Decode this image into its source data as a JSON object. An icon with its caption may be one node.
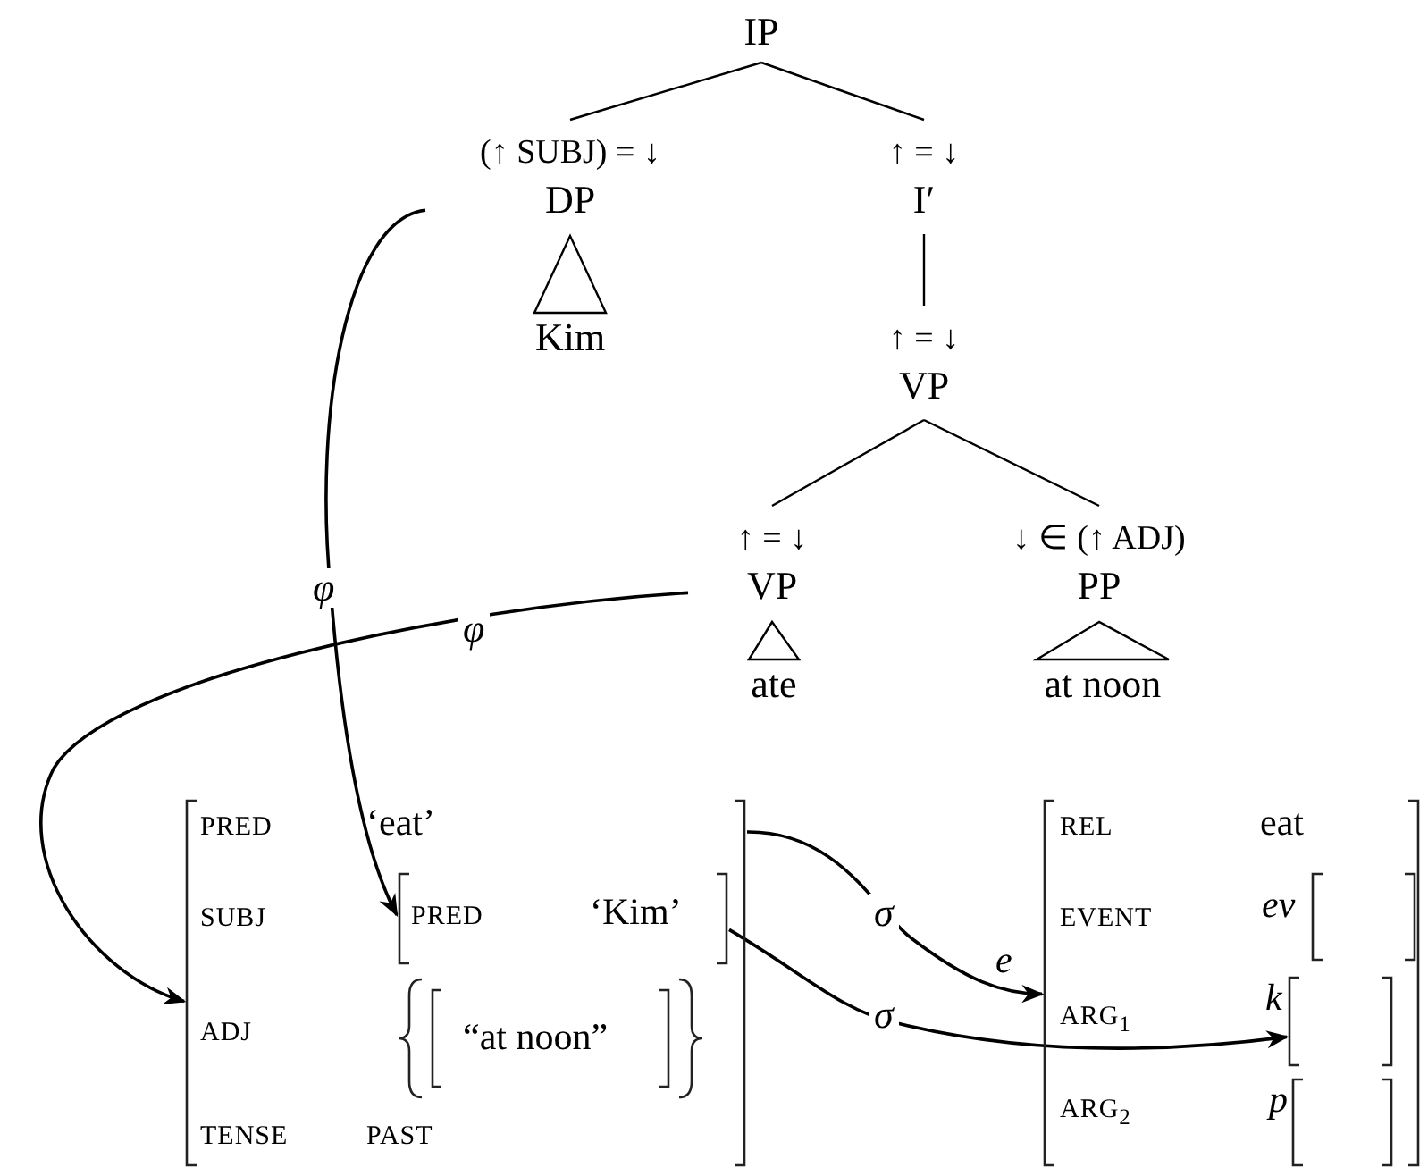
{
  "diagram": {
    "nodes": [
      {
        "text": [
          "IP"
        ]
      },
      {
        "text": [
          "(↑ SUBJ) = ↓",
          "DP"
        ]
      },
      {
        "text": [
          "Kim"
        ]
      },
      {
        "text": [
          "↑ = ↓",
          "I′"
        ]
      },
      {
        "text": [
          "↑ = ↓",
          "VP"
        ]
      },
      {
        "text": [
          "↑ = ↓",
          "VP"
        ]
      },
      {
        "text": [
          "ate"
        ]
      },
      {
        "text": [
          "↓ ∈ (↑ ADJ)",
          "PP"
        ]
      },
      {
        "text": [
          "at noon"
        ]
      },
      {
        "text": [
          "PRED",
          "‘eat’",
          "SUBJ",
          "ADJ",
          "TENSE",
          "PAST"
        ]
      },
      {
        "text": [
          "PRED",
          "‘Kim’"
        ],
        "in": 9
      },
      {
        "text": [
          "“at noon”"
        ],
        "in": 9
      },
      {
        "text": [
          "REL",
          "eat",
          "EVENT",
          "ARG$_{1}$",
          "ARG$_{2}$"
        ]
      },
      {
        "text": [],
        "shape": "box",
        "beside": [
          "ev"
        ],
        "in": 12
      },
      {
        "text": [],
        "shape": "box",
        "beside": [
          "k"
        ],
        "in": 12
      },
      {
        "text": [],
        "shape": "box",
        "beside": [
          "p"
        ],
        "in": 12
      }
    ],
    "edges": [
      {
        "from": 0,
        "to": 1,
        "arrow": "none"
      },
      {
        "from": 0,
        "to": 3,
        "arrow": "none"
      },
      {
        "from": 1,
        "to": 2,
        "arrow": "none"
      },
      {
        "from": 3,
        "to": 4,
        "arrow": "none"
      },
      {
        "from": 4,
        "to": 5,
        "arrow": "none"
      },
      {
        "from": 4,
        "to": 7,
        "arrow": "none"
      },
      {
        "from": 5,
        "to": 6,
        "arrow": "none"
      },
      {
        "from": 7,
        "to": 8,
        "arrow": "none"
      },
      {
        "from": 1,
        "to": 10,
        "arrow": "to",
        "label": "φ"
      },
      {
        "from": 5,
        "to": 9,
        "arrow": "to",
        "label": "φ"
      },
      {
        "from": 9,
        "to": 12,
        "arrow": "to",
        "label": "σ"
      },
      {
        "from": 10,
        "to": 14,
        "arrow": "to",
        "label": "σ"
      }
    ],
    "labels": [
      "e"
    ]
  }
}
